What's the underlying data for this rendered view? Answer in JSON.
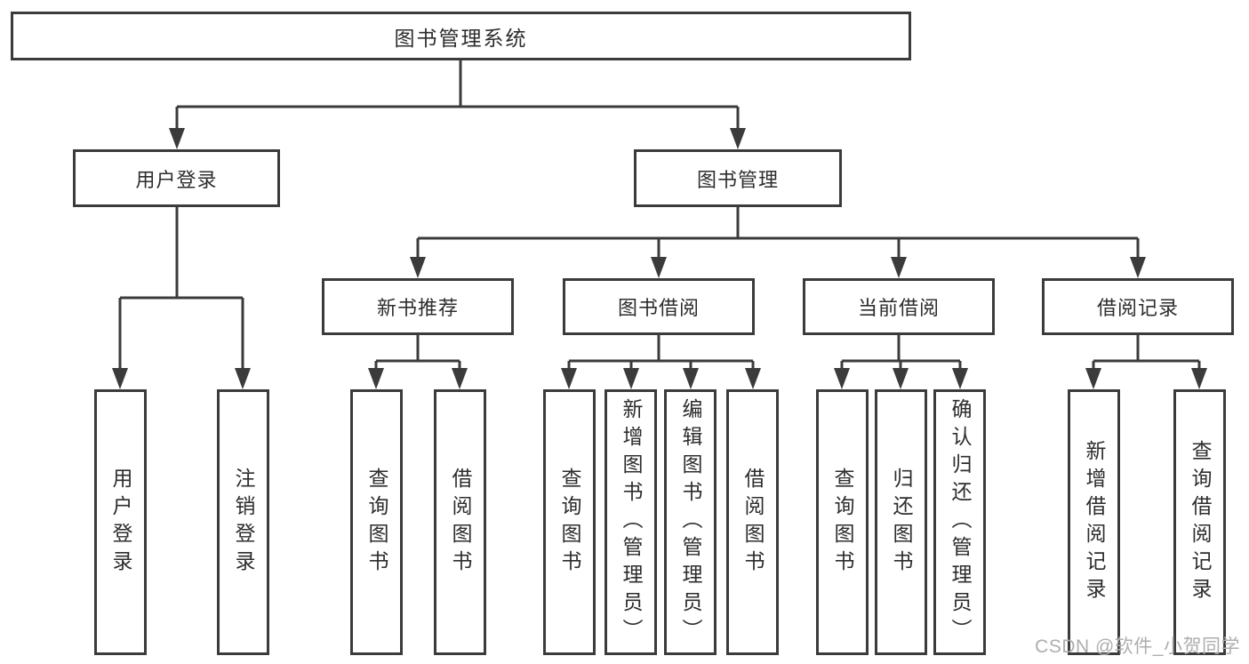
{
  "diagram_title": "图书管理系统",
  "nodes": {
    "root": {
      "label": "图书管理系统"
    },
    "user_login": {
      "label": "用户登录"
    },
    "book_management": {
      "label": "图书管理"
    },
    "new_book_recommend": {
      "label": "新书推荐"
    },
    "book_borrow": {
      "label": "图书借阅"
    },
    "current_borrow": {
      "label": "当前借阅"
    },
    "borrow_records": {
      "label": "借阅记录"
    },
    "leaves": {
      "user_login": "用户登录",
      "logout": "注销登录",
      "recommend_query_books": "查询图书",
      "recommend_borrow_books": "借阅图书",
      "borrow_query_books": "查询图书",
      "borrow_add_book_admin": "新增图书（管理员）",
      "borrow_edit_book_admin": "编辑图书（管理员）",
      "borrow_borrow_books": "借阅图书",
      "current_query_books": "查询图书",
      "current_return_book": "归还图书",
      "current_confirm_return_admin": "确认归还（管理员）",
      "records_add_record": "新增借阅记录",
      "records_query_record": "查询借阅记录"
    }
  },
  "hierarchy": {
    "root": "图书管理系统",
    "branches": [
      {
        "label": "用户登录",
        "children": [
          "用户登录",
          "注销登录"
        ]
      },
      {
        "label": "图书管理",
        "children": [
          {
            "label": "新书推荐",
            "children": [
              "查询图书",
              "借阅图书"
            ]
          },
          {
            "label": "图书借阅",
            "children": [
              "查询图书",
              "新增图书（管理员）",
              "编辑图书（管理员）",
              "借阅图书"
            ]
          },
          {
            "label": "当前借阅",
            "children": [
              "查询图书",
              "归还图书",
              "确认归还（管理员）"
            ]
          },
          {
            "label": "借阅记录",
            "children": [
              "新增借阅记录",
              "查询借阅记录"
            ]
          }
        ]
      }
    ]
  },
  "watermark": {
    "text": "CSDN @软件_小贺同学"
  },
  "colors": {
    "line": "#3b3b3b",
    "box_border": "#3b3b3b",
    "text": "#2d2d2d",
    "watermark": "#aeaeae",
    "background": "#ffffff"
  }
}
